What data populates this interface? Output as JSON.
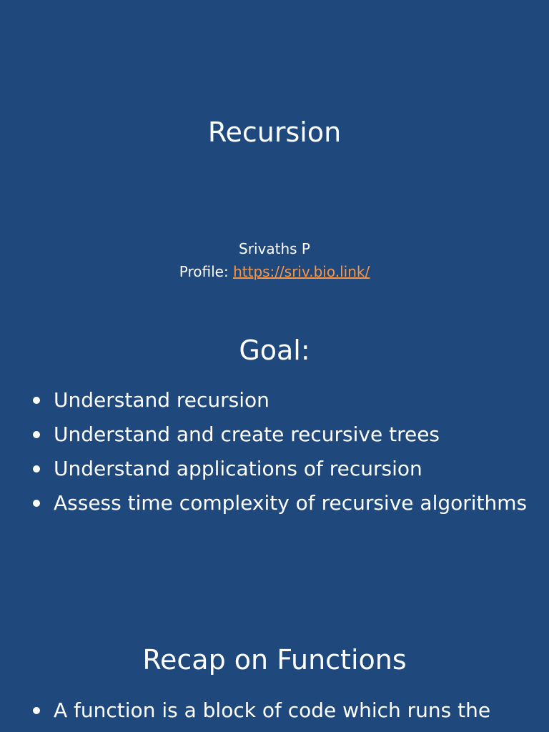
{
  "slide1": {
    "title": "Recursion",
    "author": "Srivaths P",
    "profile_label": "Profile: ",
    "profile_link": "https://sriv.bio.link/"
  },
  "slide2": {
    "title": "Goal:",
    "bullets": [
      "Understand recursion",
      "Understand and create recursive trees",
      "Understand applications of recursion",
      "Assess time complexity of recursive algorithms"
    ]
  },
  "slide3": {
    "title": "Recap on Functions",
    "bullets": [
      "A function is a block of code which runs the"
    ]
  },
  "colors": {
    "background": "#1f497d",
    "text": "#ffffff",
    "link": "#f79646"
  }
}
